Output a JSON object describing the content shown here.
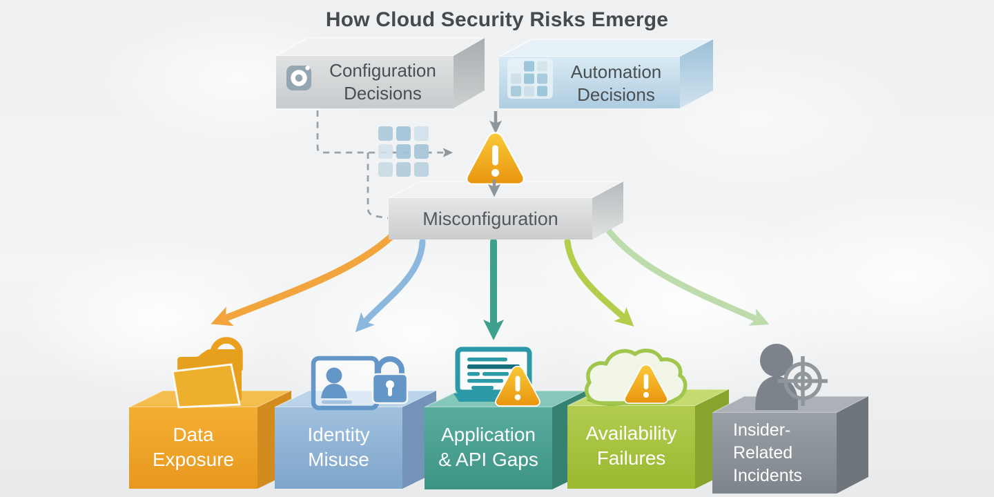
{
  "title": "How Cloud Security Risks Emerge",
  "sources": [
    {
      "id": "configuration-decisions",
      "lines": [
        "Configuration",
        "Decisions"
      ],
      "icon": "lens-icon",
      "box_color": "#d3d5d7"
    },
    {
      "id": "automation-decisions",
      "lines": [
        "Automation",
        "Decisions"
      ],
      "icon": "grid-icon",
      "box_color": "#c3dbea"
    }
  ],
  "hub": {
    "label": "Misconfiguration",
    "icon": "warning-triangle-icon",
    "box_color": "#d7d9da",
    "warning_color": "#f0a32a"
  },
  "outcomes": [
    {
      "id": "data-exposure",
      "lines": [
        "Data",
        "Exposure"
      ],
      "icon": "folder-lock-icon",
      "box_color": "#efa42c",
      "arrow_color": "#f2a53d"
    },
    {
      "id": "identity-misuse",
      "lines": [
        "Identity",
        "Misuse"
      ],
      "icon": "id-card-lock-icon",
      "box_color": "#8fb3d6",
      "arrow_color": "#8cb8de"
    },
    {
      "id": "application-api-gaps",
      "lines": [
        "Application",
        "& API Gaps"
      ],
      "icon": "laptop-warning-icon",
      "box_color": "#4aa08f",
      "arrow_color": "#3da08d"
    },
    {
      "id": "availability-failures",
      "lines": [
        "Availability",
        "Failures"
      ],
      "icon": "cloud-warning-icon",
      "box_color": "#a6c242",
      "arrow_color": "#b3ce4b"
    },
    {
      "id": "insider-related-incidents",
      "lines": [
        "Insider-",
        "Related",
        "Incidents"
      ],
      "icon": "person-target-icon",
      "box_color": "#8d949a",
      "arrow_color": "#bedcab"
    }
  ],
  "palette": {
    "connector_gray": "#8e959b",
    "dashed_gray": "#9aa1a6",
    "title_color": "#474a4d"
  }
}
